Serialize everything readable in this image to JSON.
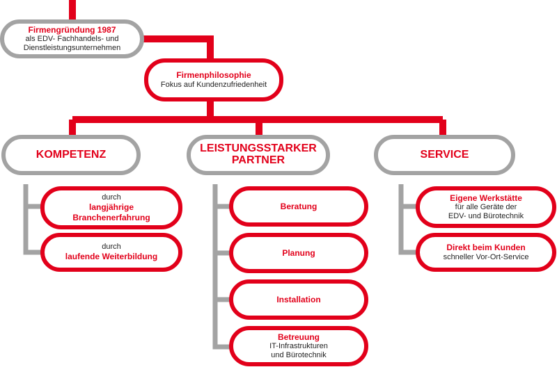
{
  "colors": {
    "accent": "#e2001a",
    "neutral": "#a3a3a3"
  },
  "founding": {
    "title": "Firmengründung 1987",
    "lines": [
      "als EDV- Fachhandels- und",
      "Dienstleistungsunternehmen"
    ]
  },
  "philosophy": {
    "title": "Firmenphilosophie",
    "subtitle": "Fokus auf Kundenzufriedenheit"
  },
  "pillars": {
    "kompetenz": {
      "label": "KOMPETENZ",
      "items": [
        {
          "prefix": "durch",
          "title_lines": [
            "langjährige",
            "Branchenerfahrung"
          ]
        },
        {
          "prefix": "durch",
          "title_lines": [
            "laufende Weiterbildung"
          ]
        }
      ]
    },
    "partner": {
      "label_lines": [
        "LEISTUNGSSTARKER",
        "PARTNER"
      ],
      "items": [
        {
          "title": "Beratung"
        },
        {
          "title": "Planung"
        },
        {
          "title": "Installation"
        },
        {
          "title": "Betreuung",
          "lines": [
            "IT-Infrastrukturen",
            "und Bürotechnik"
          ]
        }
      ]
    },
    "service": {
      "label": "SERVICE",
      "items": [
        {
          "title": "Eigene Werkstätte",
          "lines": [
            "für alle Geräte der",
            "EDV- und Bürotechnik"
          ]
        },
        {
          "title": "Direkt beim Kunden",
          "lines": [
            "schneller Vor-Ort-Service"
          ]
        }
      ]
    }
  }
}
